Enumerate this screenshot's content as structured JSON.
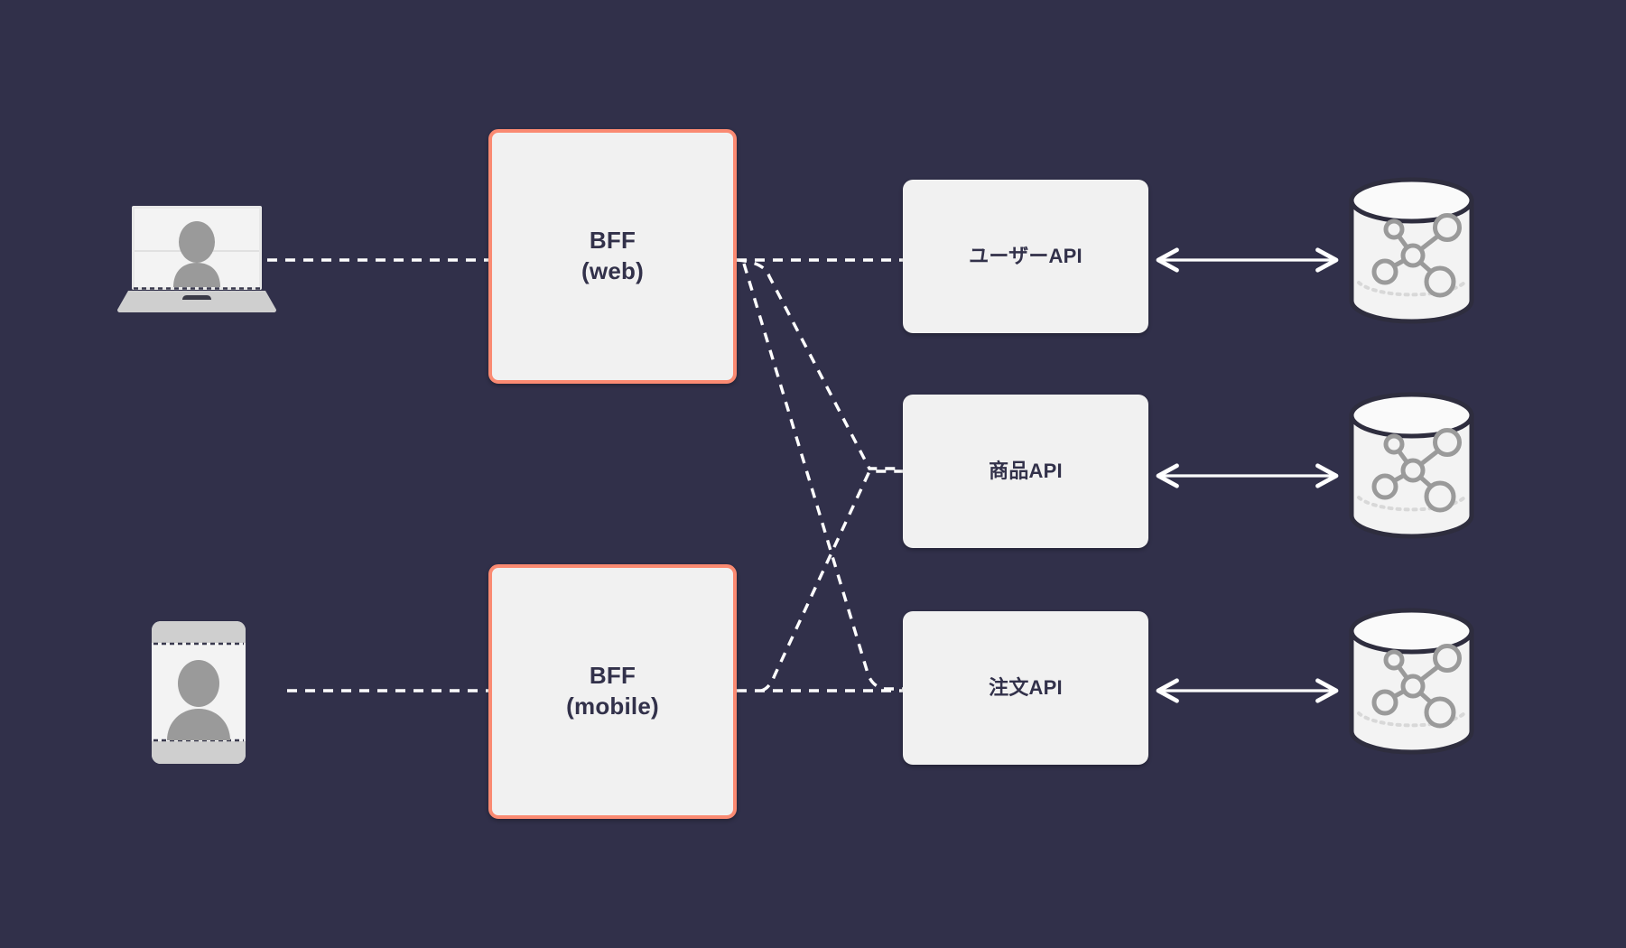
{
  "diagram": {
    "title": "BFF architecture diagram",
    "background_color": "#31304a",
    "node_fill_color": "#f1f1f1",
    "node_text_color": "#32314a",
    "bff_border_color": "#fa8a72",
    "edge_color": "#ffffff",
    "icon_gray": "#9a9a9a"
  },
  "clients": [
    {
      "id": "web-client",
      "icon": "laptop-user-icon",
      "label": ""
    },
    {
      "id": "mobile-client",
      "icon": "phone-user-icon",
      "label": ""
    }
  ],
  "bff_nodes": [
    {
      "id": "bff-web",
      "label": "BFF\n(web)"
    },
    {
      "id": "bff-mobile",
      "label": "BFF\n(mobile)"
    }
  ],
  "api_nodes": [
    {
      "id": "user-api",
      "label": "ユーザーAPI"
    },
    {
      "id": "product-api",
      "label": "商品API"
    },
    {
      "id": "order-api",
      "label": "注文API"
    }
  ],
  "databases": [
    {
      "id": "user-db",
      "icon": "database-cylinder-icon"
    },
    {
      "id": "product-db",
      "icon": "database-cylinder-icon"
    },
    {
      "id": "order-db",
      "icon": "database-cylinder-icon"
    }
  ],
  "edges": [
    {
      "from": "web-client",
      "to": "bff-web",
      "style": "dashed",
      "arrow": "none"
    },
    {
      "from": "mobile-client",
      "to": "bff-mobile",
      "style": "dashed",
      "arrow": "none"
    },
    {
      "from": "bff-web",
      "to": "user-api",
      "style": "dashed",
      "arrow": "none"
    },
    {
      "from": "bff-web",
      "to": "product-api",
      "style": "dashed",
      "arrow": "none"
    },
    {
      "from": "bff-web",
      "to": "order-api",
      "style": "dashed",
      "arrow": "none"
    },
    {
      "from": "bff-mobile",
      "to": "product-api",
      "style": "dashed",
      "arrow": "none"
    },
    {
      "from": "bff-mobile",
      "to": "order-api",
      "style": "dashed",
      "arrow": "none"
    },
    {
      "from": "user-api",
      "to": "user-db",
      "style": "solid",
      "arrow": "both"
    },
    {
      "from": "product-api",
      "to": "product-db",
      "style": "solid",
      "arrow": "both"
    },
    {
      "from": "order-api",
      "to": "order-db",
      "style": "solid",
      "arrow": "both"
    }
  ]
}
